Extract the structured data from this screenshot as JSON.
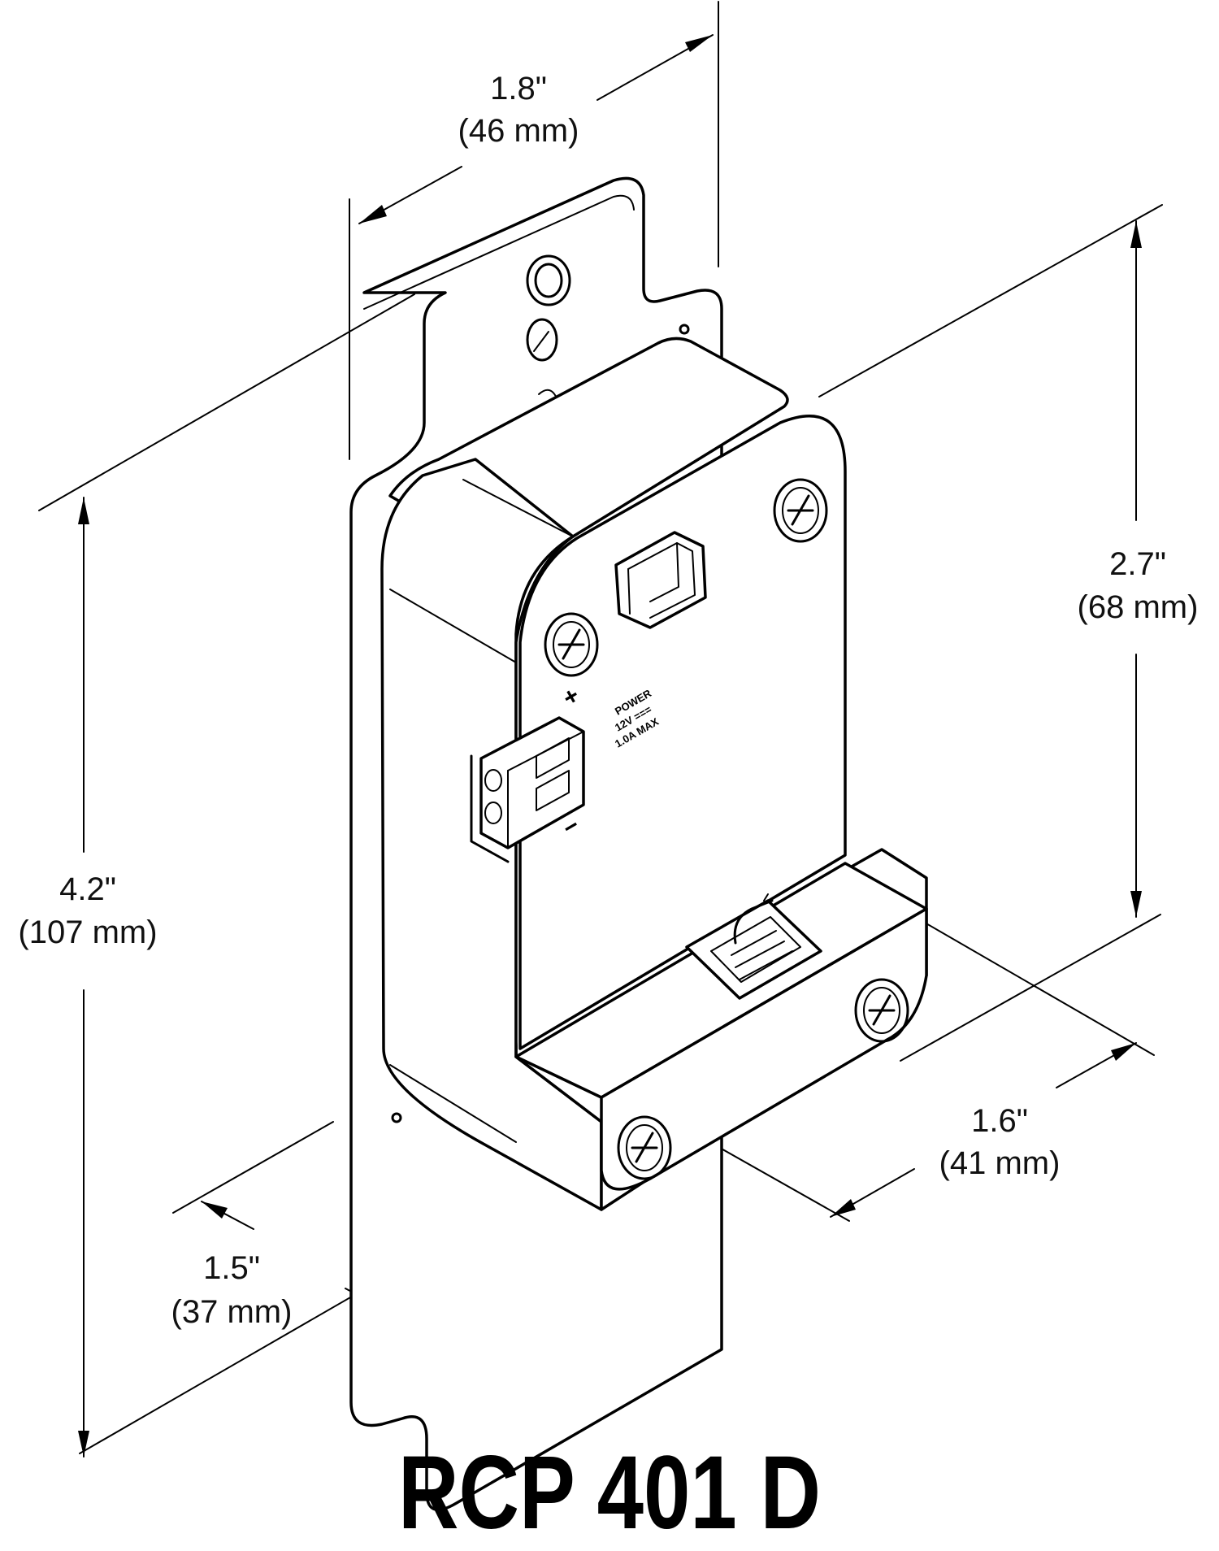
{
  "dimensions": {
    "width_top": {
      "imperial": "1.8\"",
      "metric": "(46 mm)"
    },
    "height_total": {
      "imperial": "4.2\"",
      "metric": "(107 mm)"
    },
    "height_body": {
      "imperial": "2.7\"",
      "metric": "(68 mm)"
    },
    "depth_right": {
      "imperial": "1.6\"",
      "metric": "(41 mm)"
    },
    "depth_left": {
      "imperial": "1.5\"",
      "metric": "(37 mm)"
    }
  },
  "terminal": {
    "plus": "+",
    "minus": "−",
    "line1": "POWER",
    "line2": "12V ===",
    "line3": "1.0A MAX"
  },
  "model": "RCP 401 D"
}
